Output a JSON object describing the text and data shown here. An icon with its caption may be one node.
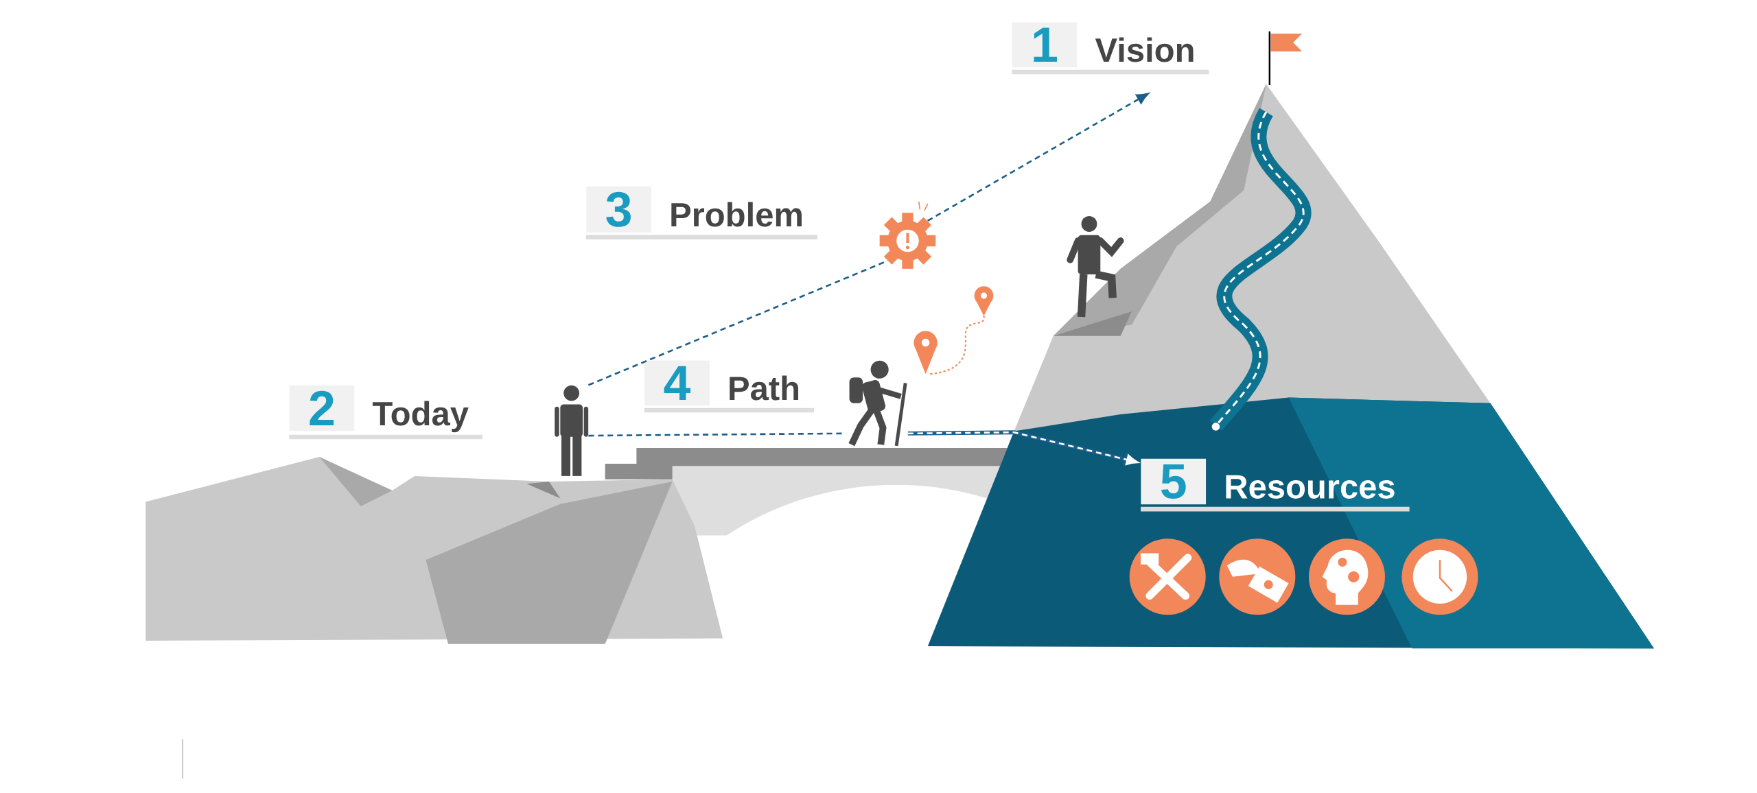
{
  "diagram": {
    "nodes": [
      {
        "text": [
          "1",
          "Vision"
        ]
      },
      {
        "text": [
          "3",
          "Problem"
        ]
      },
      {
        "text": [],
        "shape": "picture"
      },
      {
        "text": [
          "2",
          "Today"
        ]
      },
      {
        "text": [
          "4",
          "Path"
        ]
      },
      {
        "text": [],
        "shape": "person"
      },
      {
        "text": [],
        "shape": "person"
      },
      {
        "text": [
          "5",
          "Resources"
        ]
      }
    ],
    "edges": [
      {
        "from": 5,
        "to": 2,
        "arrow": "none",
        "style": "dashed"
      },
      {
        "from": 2,
        "to": 0,
        "arrow": "to",
        "style": "dashed"
      },
      {
        "from": 5,
        "to": 6,
        "arrow": "none",
        "style": "dashed"
      },
      {
        "from": 6,
        "to": 7,
        "arrow": "to",
        "style": "dashed",
        "color": "#ffffff"
      }
    ]
  }
}
